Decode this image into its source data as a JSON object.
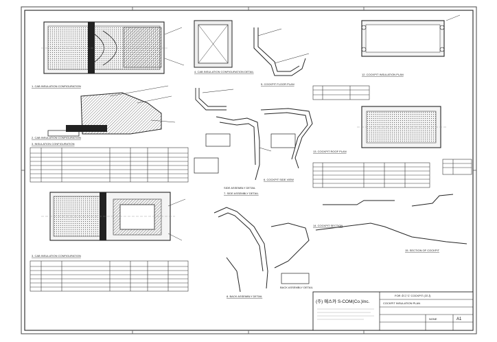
{
  "drawing": {
    "views": [
      {
        "id": "v1",
        "label": "1. CAB INSULATION CONFIGURATION"
      },
      {
        "id": "v2",
        "label": "2. CAB INSULATION CONFIGURATION"
      },
      {
        "id": "v3",
        "label": "3. INSULATION CONFIGURATION"
      },
      {
        "id": "v4",
        "label": "3. CAB INSULATION CONFIGURATION"
      },
      {
        "id": "v5",
        "label": "4. CAB INSULATION CONFIGURATION DETAIL"
      },
      {
        "id": "v6",
        "label": "5. COCKPIT FLOOR PLAN"
      },
      {
        "id": "v7",
        "label": "6. COCKPIT SIDE VIEW"
      },
      {
        "id": "v8",
        "label": "7. SIDE ASSEMBLY DETAIL"
      },
      {
        "id": "v9",
        "label": "8. BACK ASSEMBLY DETAIL"
      },
      {
        "id": "v10",
        "label": "12. COCKPIT INSULATION PLAN"
      },
      {
        "id": "v11",
        "label": "13. COCKPIT ROOF PLAN"
      },
      {
        "id": "v12",
        "label": "14. COCKPIT SECTION"
      },
      {
        "id": "v13",
        "label": "15. SECTION OF COCKPIT"
      }
    ],
    "details": {
      "side": "SIDE ASSEMBLY DETAIL",
      "back": "BACK ASSEMBLY DETAIL"
    },
    "title_block": {
      "company": "(주) 예스카 S-COM(Co.)Inc.",
      "project": "FOR 소나 'C' COCKPIT (소나)",
      "sheet_title": "COCKPIT INSULATION PLAN",
      "scale": "NONE",
      "sheet_no": "A1"
    }
  }
}
